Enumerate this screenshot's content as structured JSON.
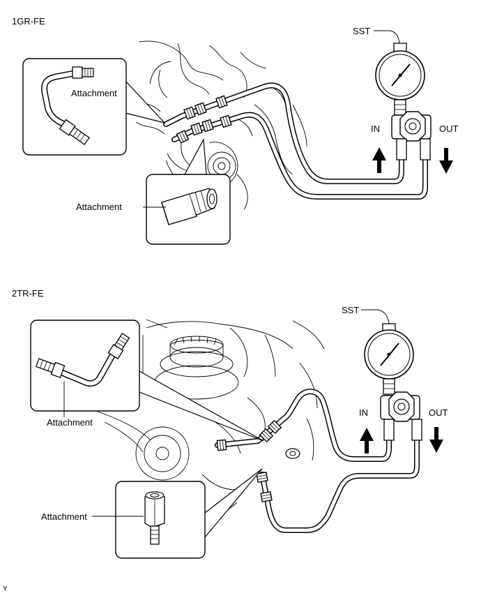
{
  "diagrams": [
    {
      "engine": "1GR-FE",
      "gauge_label": "SST",
      "inlet_label": "IN",
      "outlet_label": "OUT",
      "callouts": [
        "Attachment",
        "Attachment"
      ]
    },
    {
      "engine": "2TR-FE",
      "gauge_label": "SST",
      "inlet_label": "IN",
      "outlet_label": "OUT",
      "callouts": [
        "Attachment",
        "Attachment"
      ]
    }
  ],
  "footer_code": "Y"
}
